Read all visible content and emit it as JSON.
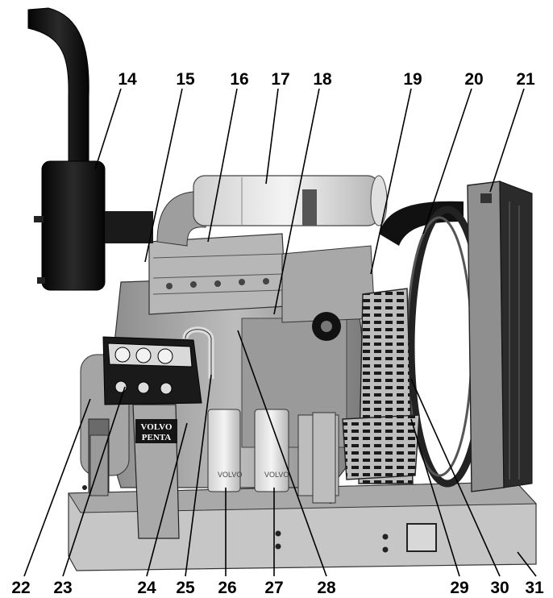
{
  "callouts_top": [
    {
      "id": "callout-14",
      "label": "14"
    },
    {
      "id": "callout-15",
      "label": "15"
    },
    {
      "id": "callout-16",
      "label": "16"
    },
    {
      "id": "callout-17",
      "label": "17"
    },
    {
      "id": "callout-18",
      "label": "18"
    },
    {
      "id": "callout-19",
      "label": "19"
    },
    {
      "id": "callout-20",
      "label": "20"
    },
    {
      "id": "callout-21",
      "label": "21"
    }
  ],
  "callouts_bottom": [
    {
      "id": "callout-22",
      "label": "22"
    },
    {
      "id": "callout-23",
      "label": "23"
    },
    {
      "id": "callout-24",
      "label": "24"
    },
    {
      "id": "callout-25",
      "label": "25"
    },
    {
      "id": "callout-26",
      "label": "26"
    },
    {
      "id": "callout-27",
      "label": "27"
    },
    {
      "id": "callout-28",
      "label": "28"
    },
    {
      "id": "callout-29",
      "label": "29"
    },
    {
      "id": "callout-30",
      "label": "30"
    },
    {
      "id": "callout-31",
      "label": "31"
    }
  ],
  "brand_plate": {
    "line1": "VOLVO",
    "line2": "PENTA"
  },
  "filter_text": "VOLVO",
  "colors": {
    "dark": "#111111",
    "mid": "#7a7a7a",
    "light": "#c9c9c9",
    "paper": "#ffffff"
  }
}
